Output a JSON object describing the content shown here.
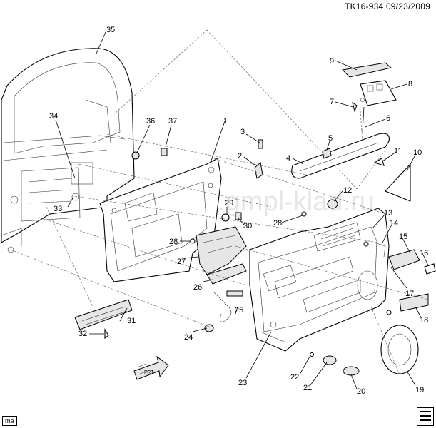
{
  "header": {
    "code": "TK16-934",
    "date": "09/23/2009"
  },
  "watermark": "www.gmpl-klad.ru",
  "corner_label": "ma",
  "callouts": [
    {
      "n": "1"
    },
    {
      "n": "2"
    },
    {
      "n": "3"
    },
    {
      "n": "4"
    },
    {
      "n": "5"
    },
    {
      "n": "6"
    },
    {
      "n": "7"
    },
    {
      "n": "8"
    },
    {
      "n": "9"
    },
    {
      "n": "10"
    },
    {
      "n": "11"
    },
    {
      "n": "12"
    },
    {
      "n": "13"
    },
    {
      "n": "14"
    },
    {
      "n": "15"
    },
    {
      "n": "16"
    },
    {
      "n": "17"
    },
    {
      "n": "18"
    },
    {
      "n": "19"
    },
    {
      "n": "20"
    },
    {
      "n": "21"
    },
    {
      "n": "22"
    },
    {
      "n": "23"
    },
    {
      "n": "24"
    },
    {
      "n": "25"
    },
    {
      "n": "26"
    },
    {
      "n": "27"
    },
    {
      "n": "28"
    },
    {
      "n": "28"
    },
    {
      "n": "29"
    },
    {
      "n": "30"
    },
    {
      "n": "31"
    },
    {
      "n": "32"
    },
    {
      "n": "33"
    },
    {
      "n": "34"
    },
    {
      "n": "35"
    },
    {
      "n": "36"
    },
    {
      "n": "37"
    }
  ],
  "icons": {
    "front_arrow": "front-arrow-icon",
    "logo": "gm-logo-icon"
  },
  "front_label": "FRT"
}
